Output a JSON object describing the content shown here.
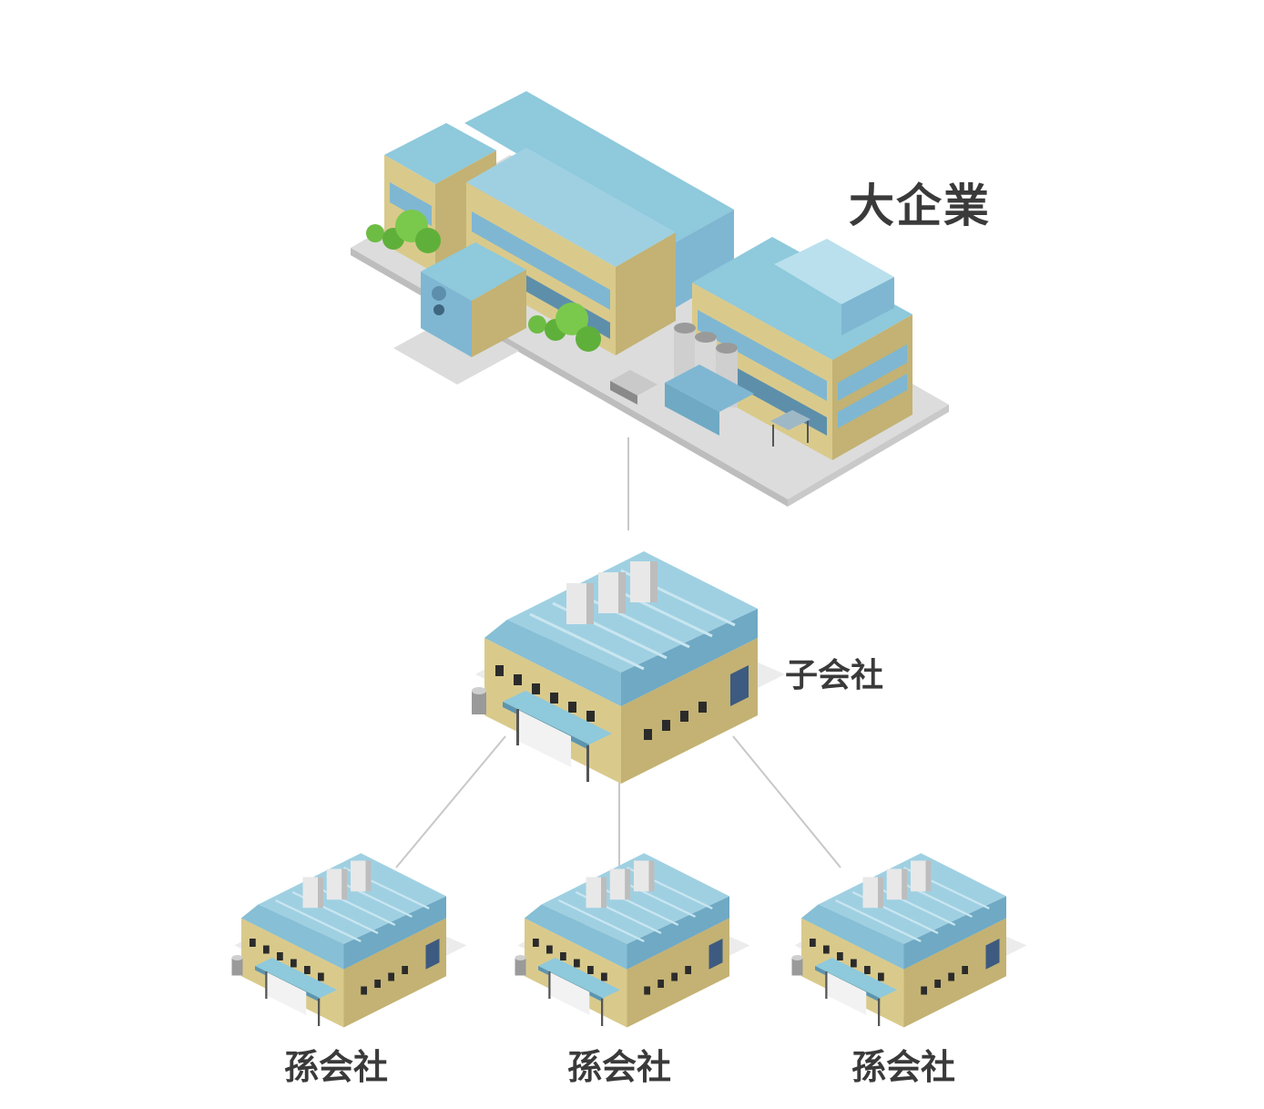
{
  "labels": {
    "large_company": "大企業",
    "subsidiary": "子会社",
    "grand_subsidiaries": [
      "孫会社",
      "孫会社",
      "孫会社"
    ]
  },
  "colors": {
    "roof": "#8ec9dc",
    "wall": "#d8c98a",
    "glass": "#7fb7d2",
    "line": "#c8c8c8",
    "text": "#3a3a3a"
  }
}
